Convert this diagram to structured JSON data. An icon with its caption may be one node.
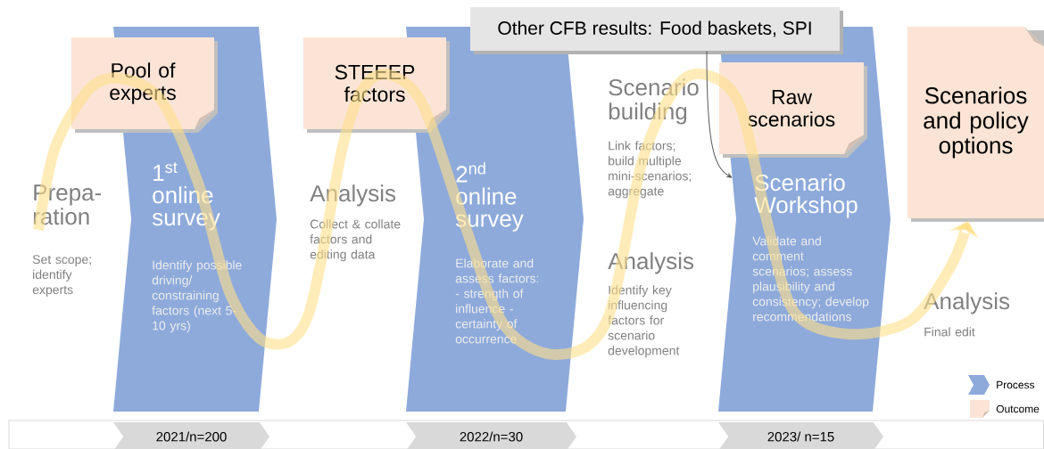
{
  "diagram": {
    "nodes": [
      {
        "text": [
          "Pool of experts"
        ]
      },
      {
        "text": [
          "1$^{st}$ online survey",
          "Identify possible driving/ constraining factors (next 5-10 yrs)"
        ]
      },
      {
        "text": [
          "STEEEP factors"
        ]
      },
      {
        "text": [
          "2$^{nd}$ online survey",
          "Elaborate and assess factors: - strength of influence - certainty of occurrence"
        ]
      },
      {
        "text": [
          "Other CFB results: Food baskets, SPI"
        ]
      },
      {
        "text": [
          "Scenario Workshop",
          "Validate and comment scenarios; assess plausibility and consistency; develop recommendations"
        ]
      },
      {
        "text": [
          "Raw scenarios"
        ],
        "in": 5
      },
      {
        "text": [
          "Scenarios and policy options"
        ]
      },
      {
        "text": [
          "2021/n=200"
        ]
      },
      {
        "text": [
          "2022/n=30"
        ]
      },
      {
        "text": [
          "2023/ n=15"
        ]
      }
    ],
    "edges": [
      {
        "from": 4,
        "to": 5,
        "arrow": "to"
      }
    ],
    "labels": [
      "Prepa- ration",
      "Set scope; identify experts",
      "Analysis",
      "Collect & collate factors and editing data",
      "Scenario building",
      "Link factors; build multiple mini-scenarios; aggregate",
      "Analysis",
      "Identify key influencing factors for scenario development",
      "Analysis",
      "Final edit"
    ],
    "legend": [
      {
        "text": "Process"
      },
      {
        "text": "Outcome"
      }
    ]
  }
}
